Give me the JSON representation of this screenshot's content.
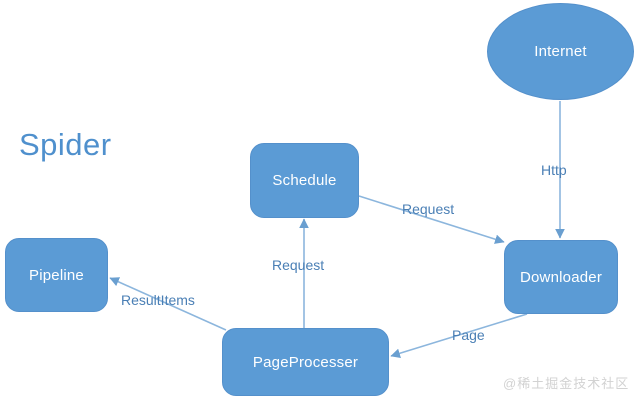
{
  "diagram": {
    "title": "Spider",
    "accent_color": "#5b9bd5",
    "title_color": "#4f90cd",
    "label_color": "#4a7fb5",
    "node_text_color": "#ffffff",
    "background_color": "#ffffff",
    "nodes": [
      {
        "id": "internet",
        "label": "Internet",
        "shape": "ellipse"
      },
      {
        "id": "schedule",
        "label": "Schedule",
        "shape": "rounded-rect"
      },
      {
        "id": "downloader",
        "label": "Downloader",
        "shape": "rounded-rect"
      },
      {
        "id": "pipeline",
        "label": "Pipeline",
        "shape": "rounded-rect"
      },
      {
        "id": "pageprocesser",
        "label": "PageProcesser",
        "shape": "rounded-rect"
      }
    ],
    "edges": [
      {
        "id": "internet-downloader",
        "from": "internet",
        "to": "downloader",
        "label": "Http"
      },
      {
        "id": "schedule-downloader",
        "from": "schedule",
        "to": "downloader",
        "label": "Request"
      },
      {
        "id": "pageprocesser-schedule",
        "from": "pageprocesser",
        "to": "schedule",
        "label": "Request"
      },
      {
        "id": "pageprocesser-pipeline",
        "from": "pageprocesser",
        "to": "pipeline",
        "label": "ResultItems"
      },
      {
        "id": "downloader-pageprocesser",
        "from": "downloader",
        "to": "pageprocesser",
        "label": "Page"
      }
    ],
    "watermark": "@稀土掘金技术社区"
  }
}
